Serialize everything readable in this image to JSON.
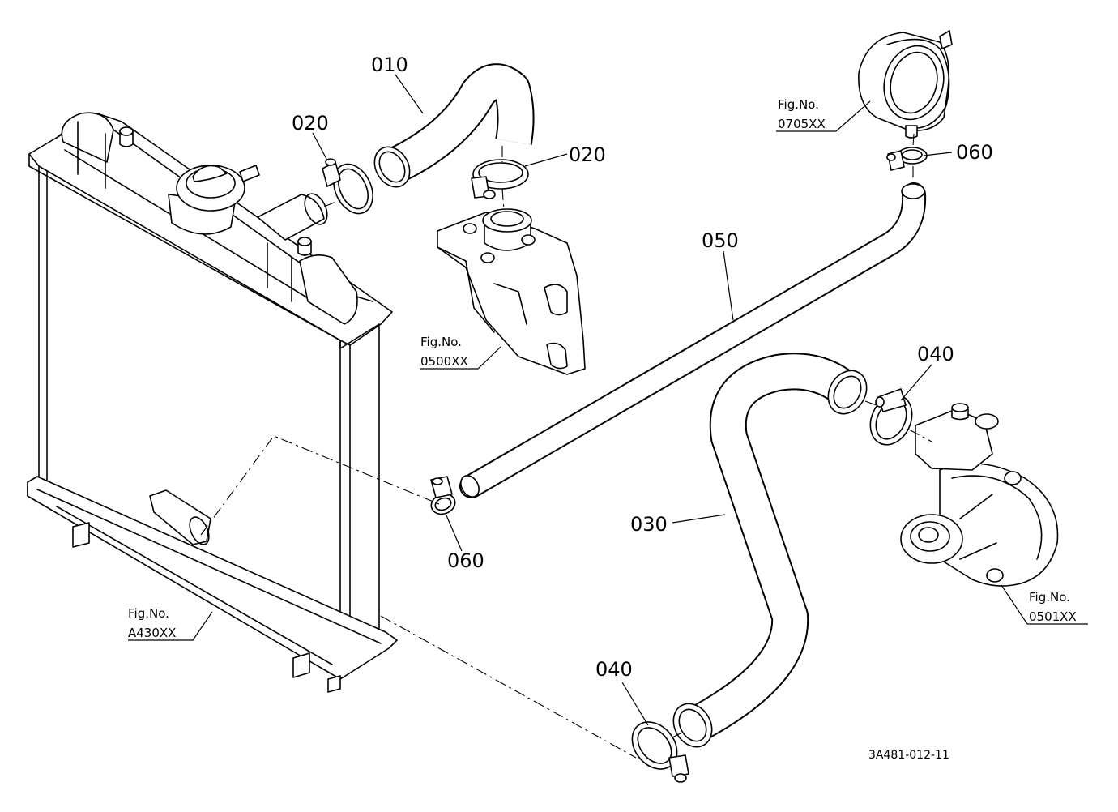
{
  "part_labels": {
    "p010": "010",
    "p020_left": "020",
    "p020_right": "020",
    "p030": "030",
    "p040_top": "040",
    "p040_bottom": "040",
    "p050": "050",
    "p060_top": "060",
    "p060_bottom": "060"
  },
  "figure_refs": {
    "fig_label": "Fig.No.",
    "thermostat": "0500XX",
    "expansion_tank": "0705XX",
    "radiator": "A430XX",
    "water_pump": "0501XX"
  },
  "drawing_code": "3A481-012-11"
}
